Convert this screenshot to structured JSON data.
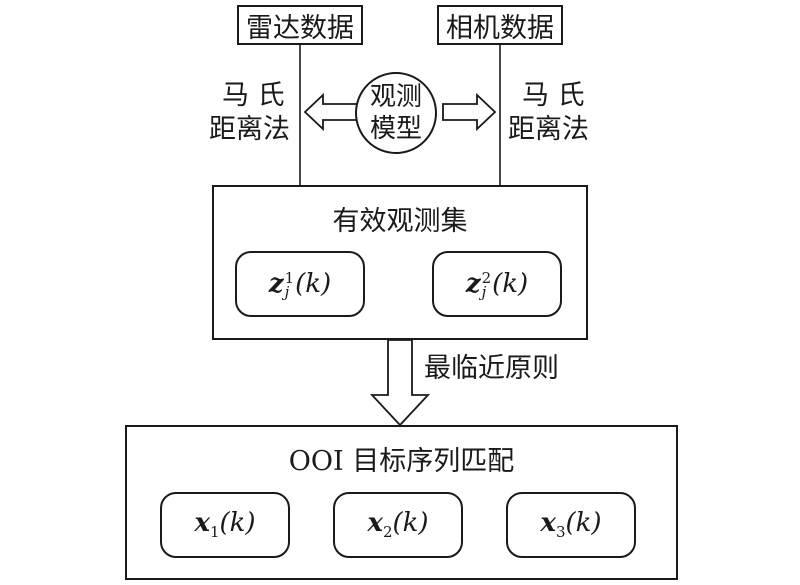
{
  "sources": {
    "radar": "雷达数据",
    "camera": "相机数据"
  },
  "observation_model": {
    "line1": "观测",
    "line2": "模型"
  },
  "method_left": {
    "line1": "马 氏",
    "line2": "距离法"
  },
  "method_right": {
    "line1": "马 氏",
    "line2": "距离法"
  },
  "valid_set": {
    "title": "有效观测集",
    "item1": {
      "base": "z",
      "sub": "j",
      "sup": "1",
      "arg": "(k)"
    },
    "item2": {
      "base": "z",
      "sub": "j",
      "sup": "2",
      "arg": "(k)"
    }
  },
  "nearest_rule": "最临近原则",
  "ooi": {
    "title": "OOI 目标序列匹配",
    "items": [
      {
        "base": "x",
        "sub": "1",
        "arg": "(k)"
      },
      {
        "base": "x",
        "sub": "2",
        "arg": "(k)"
      },
      {
        "base": "x",
        "sub": "3",
        "arg": "(k)"
      }
    ]
  }
}
